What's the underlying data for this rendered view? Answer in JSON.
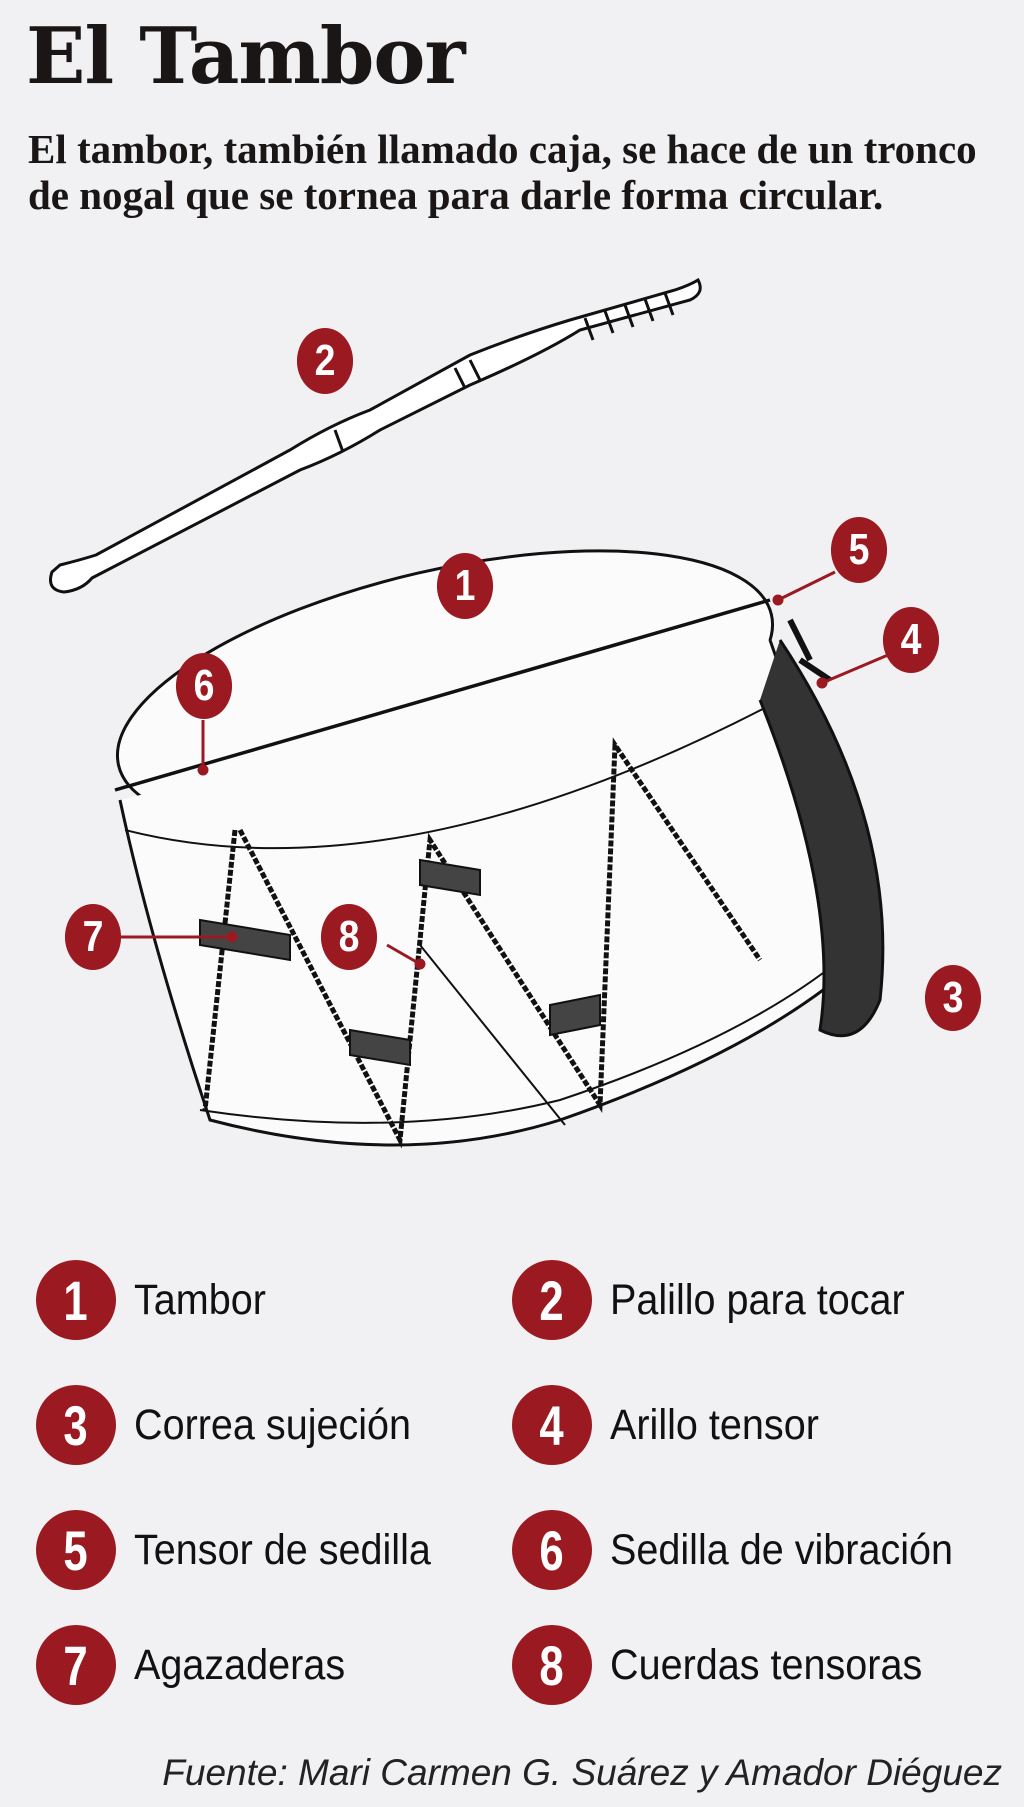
{
  "header": {
    "title": "El Tambor",
    "description": "El tambor, también llamado caja, se hace de un tronco de nogal que se tornea para darle forma circular."
  },
  "colors": {
    "background": "#f1f1f4",
    "accent": "#9b1a22",
    "ink": "#111111"
  },
  "illustration": {
    "subject": "drum-and-drumstick-drawing",
    "callouts": [
      {
        "number": "1",
        "target": "drum-head"
      },
      {
        "number": "2",
        "target": "drumstick"
      },
      {
        "number": "3",
        "target": "strap"
      },
      {
        "number": "4",
        "target": "tension-ring"
      },
      {
        "number": "5",
        "target": "snare-tensioner"
      },
      {
        "number": "6",
        "target": "snare-wire"
      },
      {
        "number": "7",
        "target": "braces"
      },
      {
        "number": "8",
        "target": "tension-ropes"
      }
    ]
  },
  "legend": {
    "items": [
      {
        "number": "1",
        "label": "Tambor"
      },
      {
        "number": "2",
        "label": "Palillo para tocar"
      },
      {
        "number": "3",
        "label": "Correa sujeción"
      },
      {
        "number": "4",
        "label": "Arillo tensor"
      },
      {
        "number": "5",
        "label": "Tensor de sedilla"
      },
      {
        "number": "6",
        "label": "Sedilla de vibración"
      },
      {
        "number": "7",
        "label": "Agazaderas"
      },
      {
        "number": "8",
        "label": "Cuerdas tensoras"
      }
    ]
  },
  "footer": {
    "source": "Fuente: Mari Carmen G. Suárez y Amador Diéguez"
  }
}
